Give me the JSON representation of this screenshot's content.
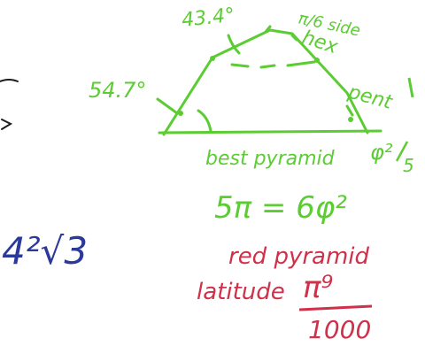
{
  "colors": {
    "green": "#5ccc33",
    "blue": "#2b3a9a",
    "red": "#d0304a",
    "dark": "#1c1c1c",
    "background": "#ffffff"
  },
  "green_notes": {
    "top_angle": "43.4°",
    "side_note": "π/6 side",
    "hex_label": "hex",
    "left_angle": "54.7°",
    "right_label": "pent",
    "bottom_label": "best pyramid",
    "phi_ratio_num": "φ²",
    "phi_ratio_den": "5",
    "equation": "5π = 6φ²"
  },
  "blue_notes": {
    "root_expression": "4²√3"
  },
  "red_notes": {
    "line1": "red pyramid",
    "line2": "latitude",
    "pi_sup": "π⁹",
    "denominator": "1000"
  }
}
